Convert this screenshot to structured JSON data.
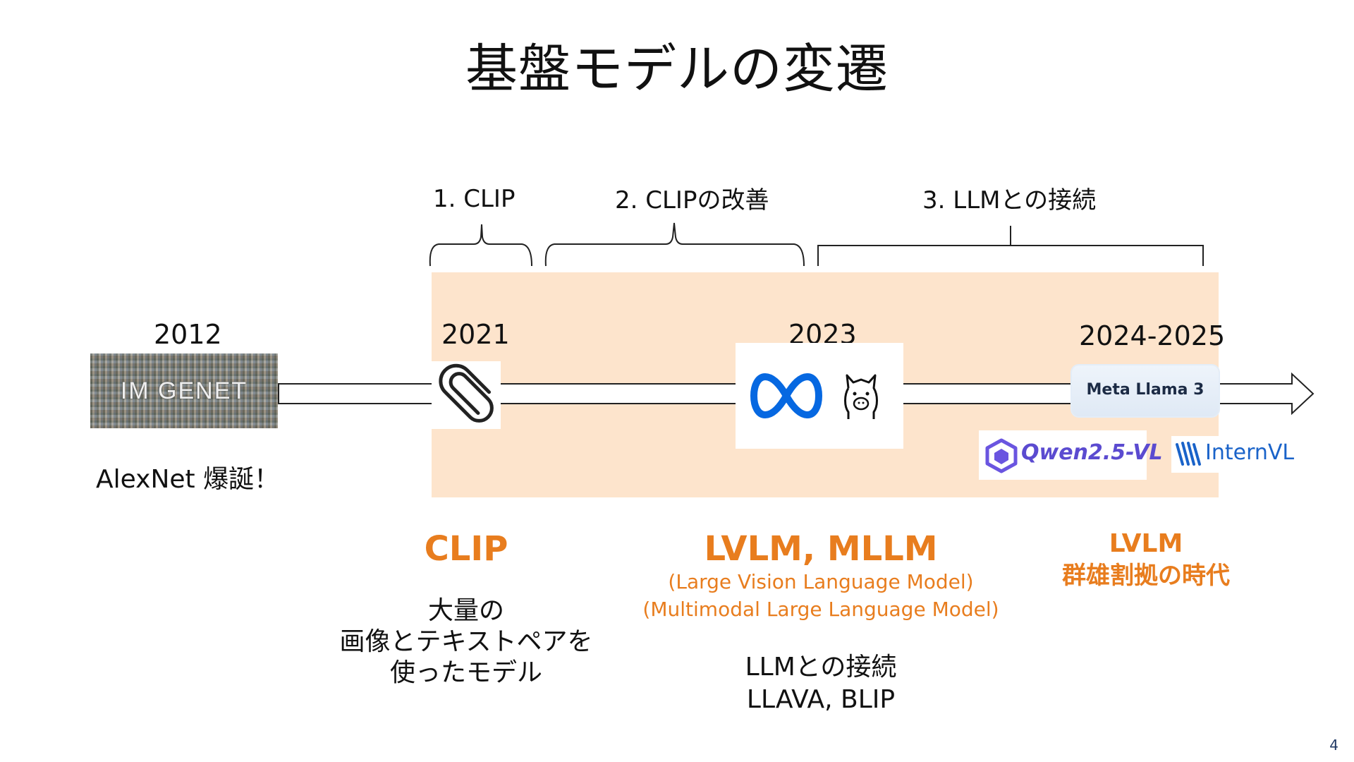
{
  "title": "基盤モデルの変遷",
  "eras": [
    {
      "label": "1. CLIP"
    },
    {
      "label": "2. CLIPの改善"
    },
    {
      "label": "3. LLMとの接続"
    }
  ],
  "years": {
    "y2012": "2012",
    "y2021": "2021",
    "y2023": "2023",
    "y2024": "2024-2025"
  },
  "logos": {
    "imagenet": "IM GENET",
    "meta_llama": "Meta Llama 3",
    "qwen": "Qwen2.5-VL",
    "internvl": "InternVL",
    "icons": [
      "paperclip-icon",
      "meta-infinity-icon",
      "llama-icon",
      "qwen-logo-icon",
      "internvl-logo-icon"
    ]
  },
  "alexnet": "AlexNet 爆誕！",
  "clip": {
    "heading": "CLIP",
    "desc": [
      "大量の",
      "画像とテキストペアを",
      "使ったモデル"
    ]
  },
  "lvlm": {
    "heading": "LVLM, MLLM",
    "sub1": "(Large Vision Language Model)",
    "sub2": "(Multimodal Large Language Model)",
    "desc1": "LLMとの接続",
    "desc2": "LLAVA, BLIP"
  },
  "era_now": {
    "line1": "LVLM",
    "line2": "群雄割拠の時代"
  },
  "page_number": "4",
  "colors": {
    "accent": "#e87d1e",
    "panel": "#fde4cc",
    "meta_blue": "#0668e1"
  }
}
